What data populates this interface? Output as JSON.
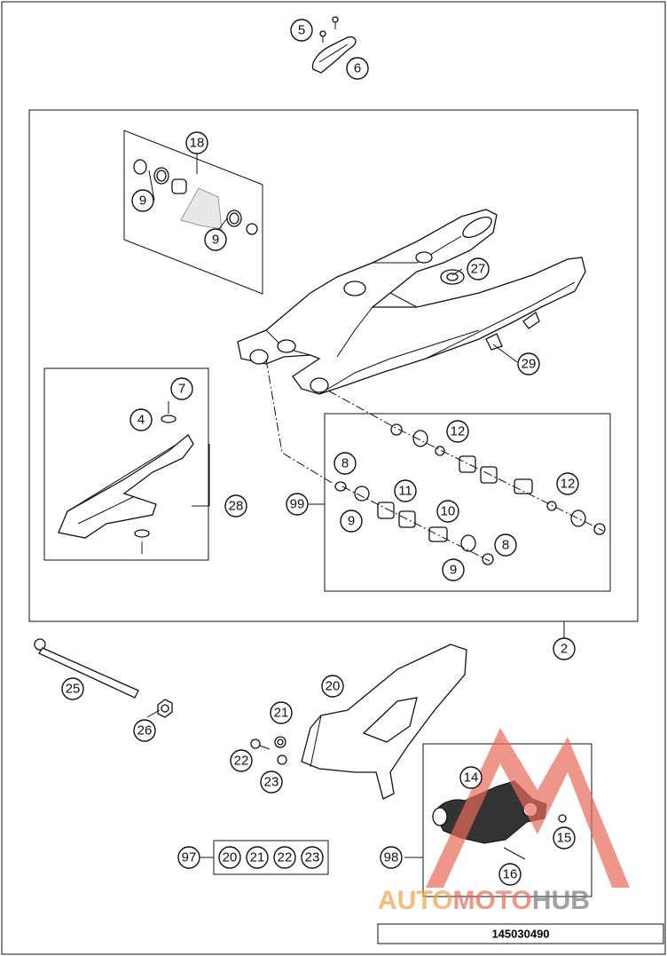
{
  "drawing": {
    "number": "145030490",
    "watermark": {
      "part1": "AUTO",
      "part2": "MOTO",
      "part3": "HUB"
    }
  },
  "callouts": {
    "c2": "2",
    "c4": "4",
    "c5": "5",
    "c6": "6",
    "c7": "7",
    "c8a": "8",
    "c8b": "8",
    "c9a": "9",
    "c9b": "9",
    "c9c": "9",
    "c9d": "9",
    "c10": "10",
    "c11": "11",
    "c12a": "12",
    "c12b": "12",
    "c14": "14",
    "c15": "15",
    "c16": "16",
    "c18": "18",
    "c20": "20",
    "c21": "21",
    "c22": "22",
    "c23": "23",
    "c25": "25",
    "c26": "26",
    "c27": "27",
    "c28": "28",
    "c29": "29",
    "c97": "97",
    "c98": "98",
    "c99": "99"
  },
  "kit97": {
    "items": [
      "20",
      "21",
      "22",
      "23"
    ]
  },
  "colors": {
    "line": "#111111",
    "watermark_orange": "#f0a040",
    "watermark_red": "#e86a5a",
    "watermark_grey": "#7a7a7a"
  }
}
